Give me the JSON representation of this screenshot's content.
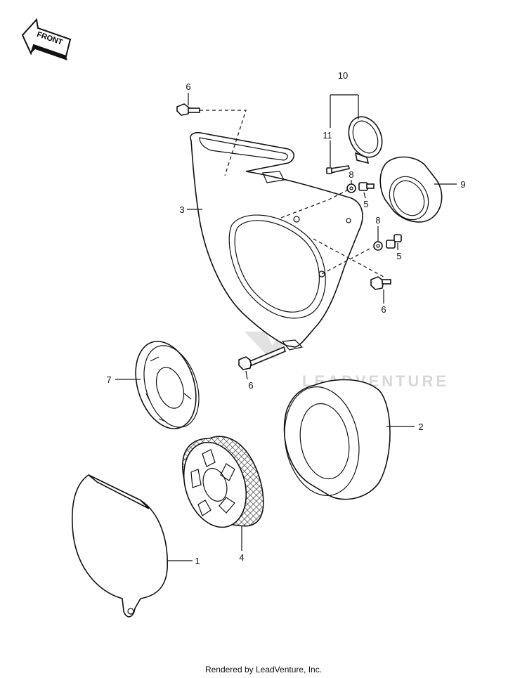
{
  "front_label": "FRONT",
  "watermark": "LEADVENTURE",
  "footer": "Rendered by LeadVenture, Inc.",
  "callouts": {
    "n1": "1",
    "n2": "2",
    "n3": "3",
    "n4": "4",
    "n5a": "5",
    "n5b": "5",
    "n6a": "6",
    "n6b": "6",
    "n6c": "6",
    "n7": "7",
    "n8a": "8",
    "n8b": "8",
    "n9": "9",
    "n10": "10",
    "n11": "11"
  }
}
